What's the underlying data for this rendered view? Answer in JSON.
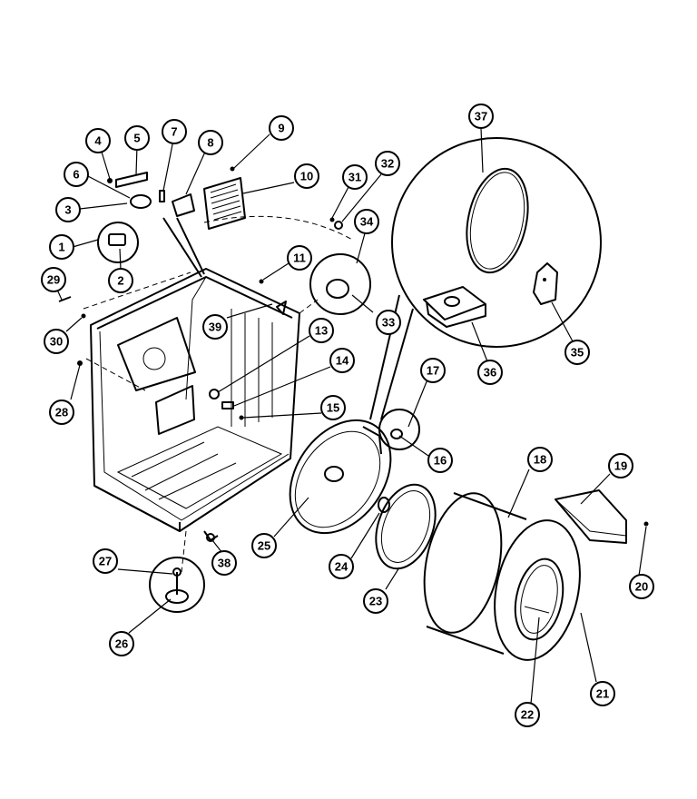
{
  "title": "",
  "callouts": [
    {
      "id": "c1",
      "label": "1"
    },
    {
      "id": "c2",
      "label": "2"
    },
    {
      "id": "c3",
      "label": "3"
    },
    {
      "id": "c4",
      "label": "4"
    },
    {
      "id": "c5",
      "label": "5"
    },
    {
      "id": "c6",
      "label": "6"
    },
    {
      "id": "c7",
      "label": "7"
    },
    {
      "id": "c8",
      "label": "8"
    },
    {
      "id": "c9",
      "label": "9"
    },
    {
      "id": "c10",
      "label": "10"
    },
    {
      "id": "c11",
      "label": "11"
    },
    {
      "id": "c13",
      "label": "13"
    },
    {
      "id": "c14",
      "label": "14"
    },
    {
      "id": "c15",
      "label": "15"
    },
    {
      "id": "c16",
      "label": "16"
    },
    {
      "id": "c17",
      "label": "17"
    },
    {
      "id": "c18",
      "label": "18"
    },
    {
      "id": "c19",
      "label": "19"
    },
    {
      "id": "c20",
      "label": "20"
    },
    {
      "id": "c21",
      "label": "21"
    },
    {
      "id": "c22",
      "label": "22"
    },
    {
      "id": "c23",
      "label": "23"
    },
    {
      "id": "c24",
      "label": "24"
    },
    {
      "id": "c25",
      "label": "25"
    },
    {
      "id": "c26",
      "label": "26"
    },
    {
      "id": "c27",
      "label": "27"
    },
    {
      "id": "c28",
      "label": "28"
    },
    {
      "id": "c29",
      "label": "29"
    },
    {
      "id": "c30",
      "label": "30"
    },
    {
      "id": "c31",
      "label": "31"
    },
    {
      "id": "c32",
      "label": "32"
    },
    {
      "id": "c33",
      "label": "33"
    },
    {
      "id": "c34",
      "label": "34"
    },
    {
      "id": "c35",
      "label": "35"
    },
    {
      "id": "c36",
      "label": "36"
    },
    {
      "id": "c37",
      "label": "37"
    },
    {
      "id": "c38",
      "label": "38"
    },
    {
      "id": "c39",
      "label": "39"
    }
  ]
}
